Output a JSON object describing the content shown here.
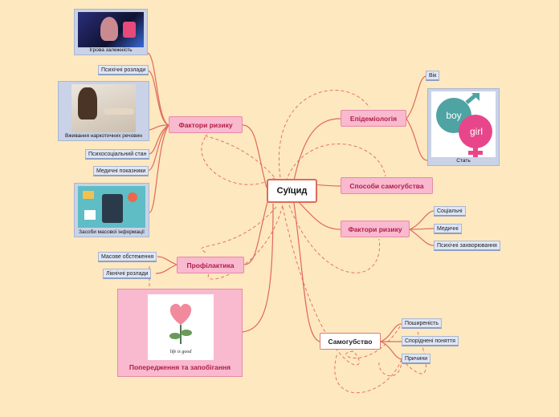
{
  "central": "Суїцид",
  "main_branches": {
    "epidemiology": "Епідеміологія",
    "methods": "Способи самогубства",
    "risk_factors_right": "Фактори ризику",
    "suicide": "Самогубство",
    "risk_factors_left": "Фактори ризику",
    "prevention": "Профілактика",
    "warning": "Попередження та запобігання"
  },
  "epidemiology_leaves": {
    "age": "Вік",
    "gender": "Стать"
  },
  "risk_right_leaves": {
    "social": "Соціальні",
    "medical": "Медичні",
    "mental": "Психічні захворювання"
  },
  "suicide_leaves": {
    "prevalence": "Поширеність",
    "related": "Споріднені поняття",
    "causes": "Причини"
  },
  "risk_left_leaves": {
    "gaming": "Ігрова залежність",
    "mental_disorders": "Психічні розлади",
    "drugs": "Вживання наркотичних речовин",
    "psychosocial": "Психосоціальний стан",
    "medical_indicators": "Медичні показники",
    "media": "Засоби масової інформації"
  },
  "prevention_leaves": {
    "screening": "Масове обстеження",
    "clinical": "Лікнічні розлади"
  },
  "gender_icon": {
    "male_label": "boy",
    "female_label": "girl",
    "male_color": "#4fa3a3",
    "female_color": "#e8468a"
  },
  "flower_text": "life is good",
  "colors": {
    "background": "#fde8c0",
    "line": "#e06a5a",
    "pink_node": "#f9b9cf",
    "leaf": "#dfe6f5"
  }
}
